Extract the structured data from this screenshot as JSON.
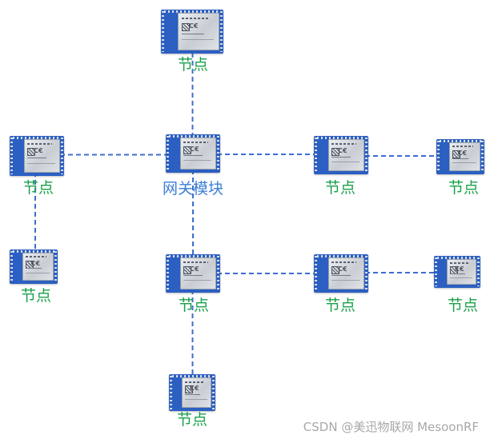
{
  "diagram": {
    "colors": {
      "module_blue": "#2b5fc2",
      "link_blue": "#3b6fd0",
      "node_label": "#19a14a",
      "gateway_label": "#3d7ed6",
      "watermark": "#a8a8a8"
    },
    "gateway": {
      "id": "gateway",
      "label": "网关模块"
    },
    "nodes": [
      {
        "id": "n-top",
        "label": "节点"
      },
      {
        "id": "n-left",
        "label": "节点"
      },
      {
        "id": "n-left-bottom",
        "label": "节点"
      },
      {
        "id": "n-mid-right",
        "label": "节点"
      },
      {
        "id": "n-far-right",
        "label": "节点"
      },
      {
        "id": "n-center-lower",
        "label": "节点"
      },
      {
        "id": "n-lower-right",
        "label": "节点"
      },
      {
        "id": "n-lower-far-right",
        "label": "节点"
      },
      {
        "id": "n-bottom",
        "label": "节点"
      }
    ],
    "links": [
      [
        "gateway",
        "n-top"
      ],
      [
        "gateway",
        "n-left"
      ],
      [
        "n-left",
        "n-left-bottom"
      ],
      [
        "gateway",
        "n-mid-right"
      ],
      [
        "n-mid-right",
        "n-far-right"
      ],
      [
        "gateway",
        "n-center-lower"
      ],
      [
        "n-center-lower",
        "n-lower-right"
      ],
      [
        "n-lower-right",
        "n-lower-far-right"
      ],
      [
        "n-center-lower",
        "n-bottom"
      ]
    ]
  },
  "watermark": "CSDN @美迅物联网 MesoonRF"
}
